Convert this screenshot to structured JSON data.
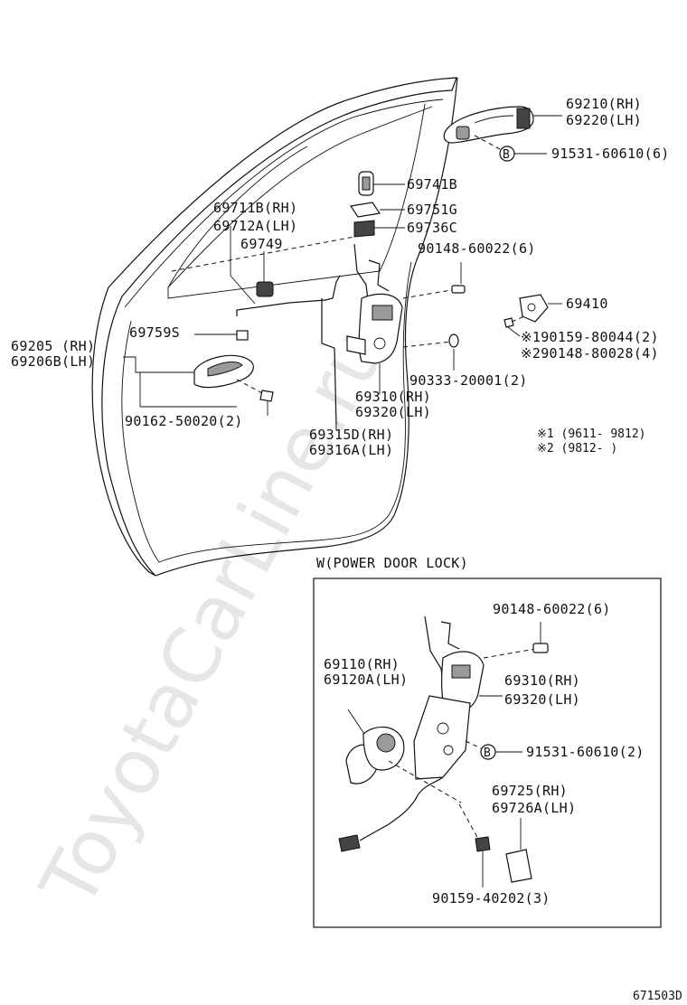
{
  "watermark": "ToyotaCarLine.ru",
  "labels": {
    "p69210": "69210(RH)",
    "p69220": "69220(LH)",
    "b1_badge": "B",
    "p91531_6": "91531-60610(6)",
    "p69741": "69741B",
    "p69751": "69751G",
    "p69736": "69736C",
    "p69711": "69711B(RH)",
    "p69712": "69712A(LH)",
    "p69749": "69749",
    "p90148_6a": "90148-60022(6)",
    "p69410": "69410",
    "p69759": "69759S",
    "p69205": "69205 (RH)",
    "p69206": "69206B(LH)",
    "p90159_80044": "※190159-80044(2)",
    "p90148_80028": "※290148-80028(4)",
    "p90333": "90333-20001(2)",
    "p69310a": "69310(RH)",
    "p69320a": "69320(LH)",
    "p90162": "90162-50020(2)",
    "p69315": "69315D(RH)",
    "p69316": "69316A(LH)",
    "note1": "※1 (9611- 9812)",
    "note2": "※2 (9812-       )",
    "inset_title": "W(POWER DOOR LOCK)",
    "p90148_6b": "90148-60022(6)",
    "p69110": "69110(RH)",
    "p69120": "69120A(LH)",
    "p69310b": "69310(RH)",
    "p69320b": "69320(LH)",
    "b2_badge": "B",
    "p91531_2": "91531-60610(2)",
    "p69725": "69725(RH)",
    "p69726": "69726A(LH)",
    "p90159_40202": "90159-40202(3)",
    "figure_code": "671503D"
  }
}
